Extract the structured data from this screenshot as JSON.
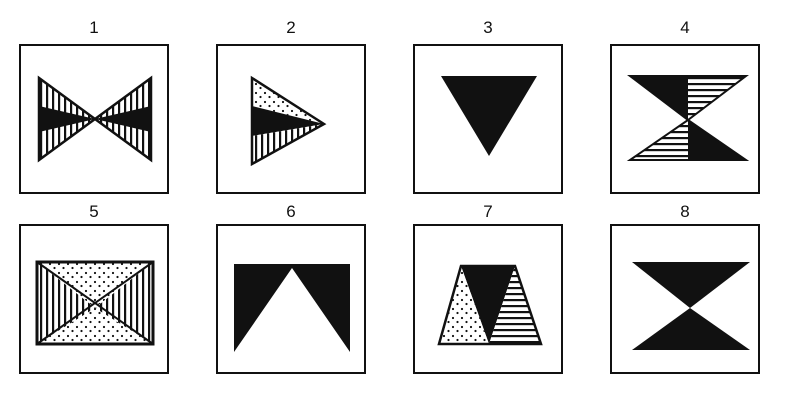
{
  "panels": [
    {
      "label": "1"
    },
    {
      "label": "2"
    },
    {
      "label": "3"
    },
    {
      "label": "4"
    },
    {
      "label": "5"
    },
    {
      "label": "6"
    },
    {
      "label": "7"
    },
    {
      "label": "8"
    }
  ],
  "colors": {
    "ink": "#111111",
    "paper": "#ffffff"
  }
}
